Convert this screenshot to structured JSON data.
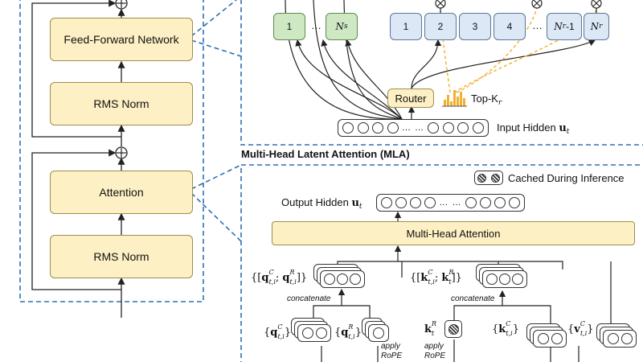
{
  "left_block": {
    "ffn_label": "Feed-Forward Network",
    "rms_norm_top": "RMS Norm",
    "attention_label": "Attention",
    "rms_norm_bottom": "RMS Norm"
  },
  "moe": {
    "shared_experts": [
      "1",
      "…",
      "N_s"
    ],
    "routed_experts": [
      "1",
      "2",
      "3",
      "4",
      "…",
      "N_r-1",
      "N_r"
    ],
    "router_label": "Router",
    "topk_label": "Top-K",
    "topk_sub": "r",
    "input_hidden_label": "Input Hidden ",
    "input_hidden_symbol": "u",
    "input_hidden_sub": "t"
  },
  "mla": {
    "title": "Multi-Head Latent Attention (MLA)",
    "cached_label": "Cached During Inference",
    "output_hidden_label": "Output Hidden ",
    "output_hidden_symbol": "u",
    "output_hidden_sub": "t",
    "mha_label": "Multi-Head Attention",
    "q_concat_label": "{[q",
    "k_concat_label": "{[k",
    "concatenate_label_left": "concatenate",
    "concatenate_label_right": "concatenate",
    "apply_rope_1": "apply",
    "apply_rope_2": "RoPE",
    "apply_rope_3": "apply",
    "apply_rope_4": "RoPE",
    "dots": "… …",
    "ellipsis": "…"
  },
  "colors": {
    "yellow_fill": "#fdf0c4",
    "shared_expert_fill": "#cfe8c4",
    "routed_expert_fill": "#dce8f6",
    "dashed_blue": "#2f6fb3",
    "dashed_orange": "#f0b030"
  }
}
